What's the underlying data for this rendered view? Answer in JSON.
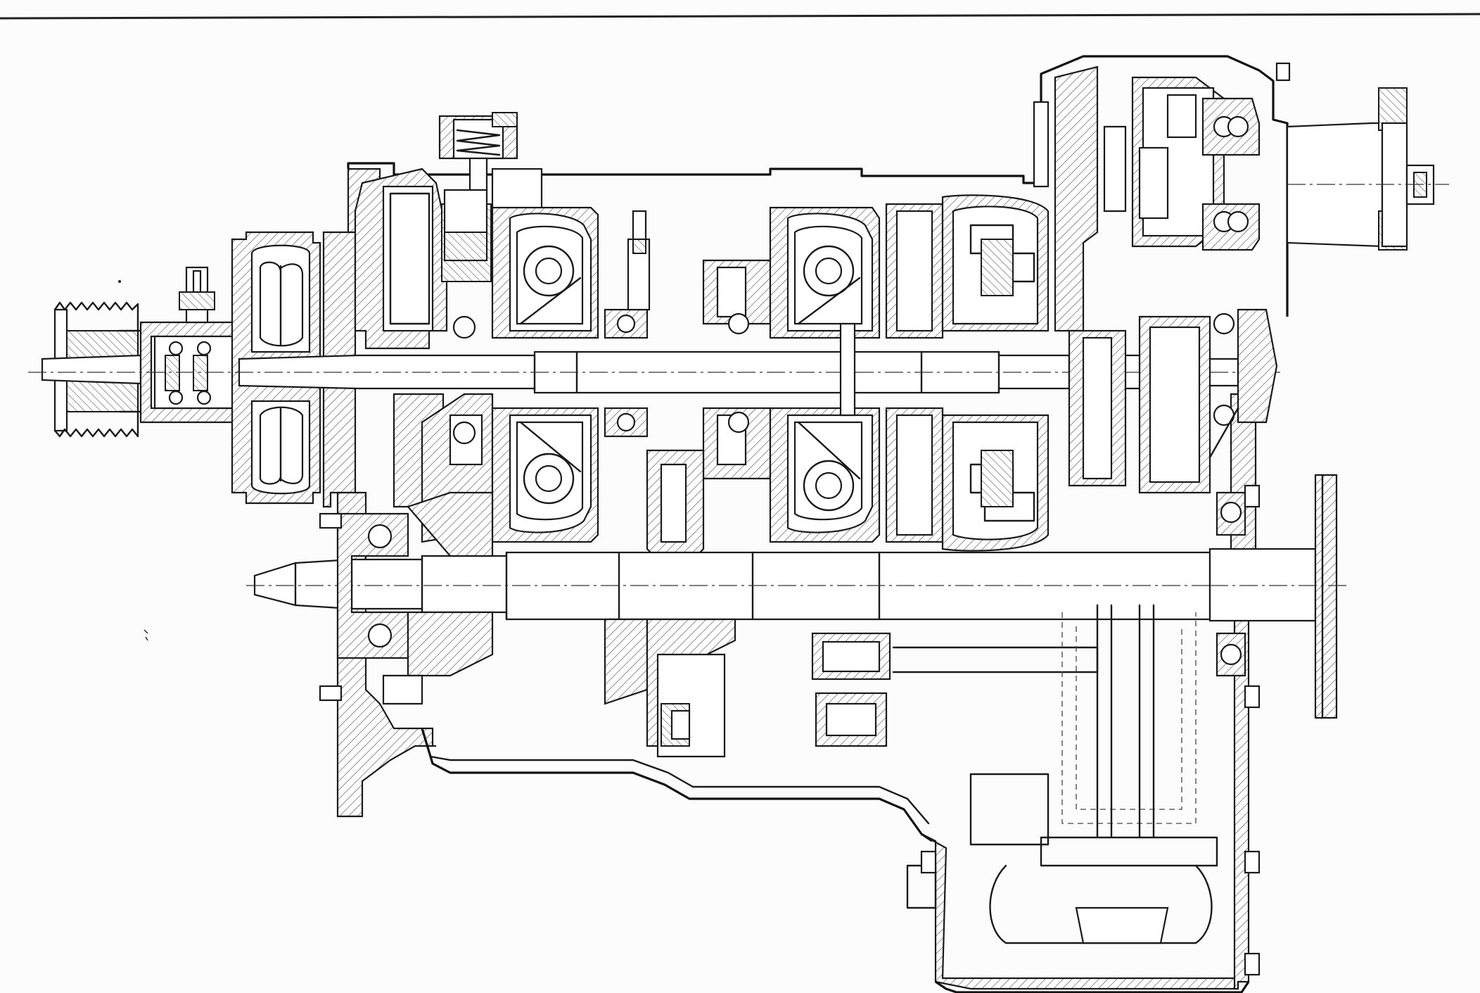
{
  "drawing": {
    "kind": "mechanical cross-section",
    "colors": {
      "paper": "#fcfcfc",
      "ink": "#1a1a1a"
    },
    "components": [
      {
        "id": "input-pulley",
        "icon": "v-belt-pulley"
      },
      {
        "id": "fluid-coupling",
        "icon": "torus-section"
      },
      {
        "id": "torque-converter-1",
        "icon": "torus-section"
      },
      {
        "id": "torque-converter-2",
        "icon": "torus-section"
      },
      {
        "id": "clutch-pack",
        "icon": "clutch-section"
      },
      {
        "id": "upper-shaft",
        "icon": "shaft"
      },
      {
        "id": "lower-shaft",
        "icon": "shaft"
      },
      {
        "id": "output-flange",
        "icon": "flange"
      },
      {
        "id": "transfer-housing",
        "icon": "housing"
      },
      {
        "id": "oil-sump",
        "icon": "sump"
      },
      {
        "id": "spring-valve",
        "icon": "valve"
      }
    ]
  }
}
